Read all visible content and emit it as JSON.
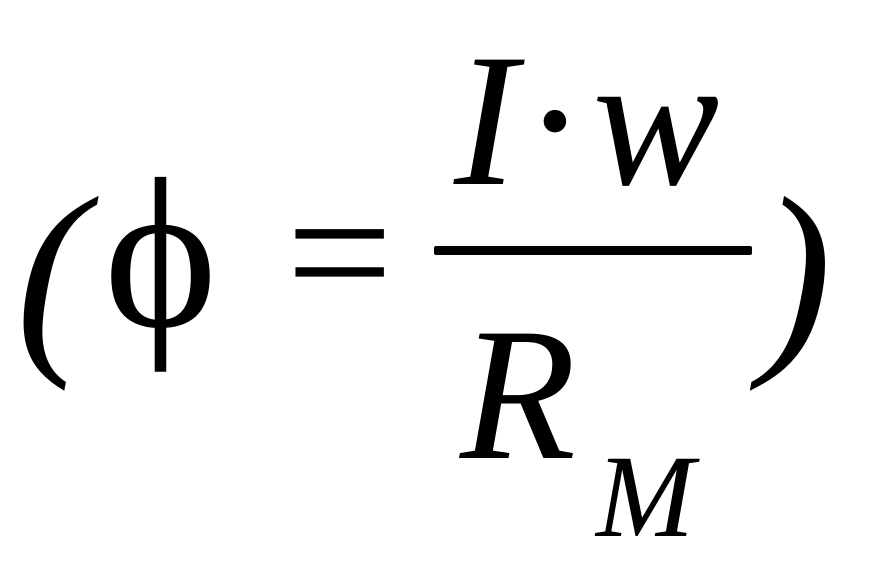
{
  "formula": {
    "open_paren": "(",
    "lhs": "ϕ",
    "equals": "=",
    "numerator": {
      "current": "I",
      "operator": "·",
      "turns": "w"
    },
    "denominator": {
      "symbol": "R",
      "subscript": "M"
    },
    "close_paren": ")"
  }
}
